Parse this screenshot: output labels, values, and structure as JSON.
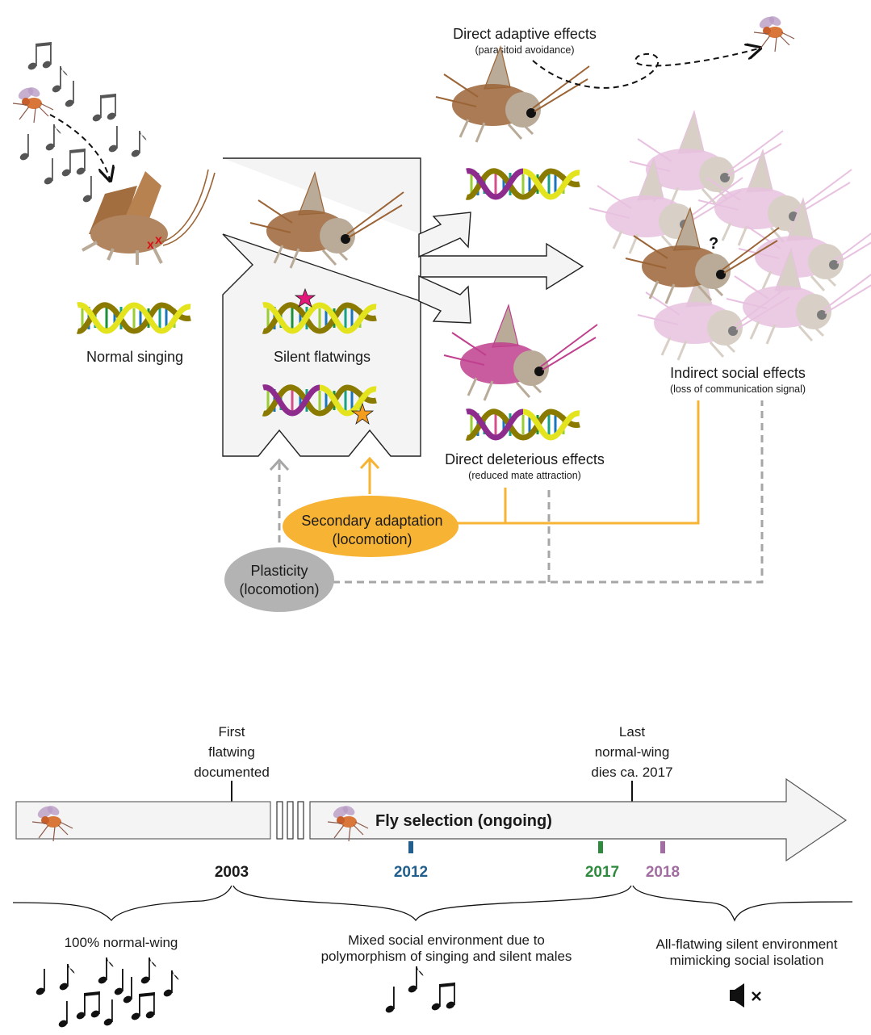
{
  "colors": {
    "orange": "#F7B333",
    "gray_ellipse": "#B3B3B3",
    "gray_dash": "#A6A6A6",
    "box_fill": "#F4F4F4",
    "year_2012": "#225F8D",
    "year_2017": "#2E8B3E",
    "year_2018": "#A26DA0",
    "cricket_brown": "#9B6436",
    "cricket_pink": "#D48FC6",
    "dna_yellow": "#E3E31E",
    "dna_purple": "#8E2C8E"
  },
  "top_diagram": {
    "normal_singing_label": "Normal singing",
    "silent_flatwings_label": "Silent flatwings",
    "direct_adaptive": {
      "title": "Direct adaptive effects",
      "subtitle": "(parasitoid avoidance)"
    },
    "direct_deleterious": {
      "title": "Direct deleterious effects",
      "subtitle": "(reduced mate attraction)"
    },
    "indirect_social": {
      "title": "Indirect social effects",
      "subtitle": "(loss of communication signal)",
      "question_mark": "?"
    },
    "secondary_adaptation": {
      "line1": "Secondary adaptation",
      "line2": "(locomotion)"
    },
    "plasticity": {
      "line1": "Plasticity",
      "line2": "(locomotion)"
    },
    "icons": [
      "parasitoid-fly-icon",
      "music-note-icon",
      "cricket-icon",
      "dna-helix-icon",
      "mutation-star-icon",
      "dashed-flight-path",
      "arrow-icon"
    ]
  },
  "timeline": {
    "first_flatwing": {
      "line1": "First",
      "line2": "flatwing",
      "line3": "documented"
    },
    "last_normal_wing": {
      "line1": "Last",
      "line2": "normal-wing",
      "line3": "dies ca. 2017"
    },
    "fly_selection_label": "Fly selection (ongoing)",
    "years": [
      {
        "label": "2003",
        "color": "#1a1a1a"
      },
      {
        "label": "2012",
        "color": "#225F8D"
      },
      {
        "label": "2017",
        "color": "#2E8B3E"
      },
      {
        "label": "2018",
        "color": "#A26DA0"
      }
    ],
    "periods": [
      {
        "line1": "100% normal-wing",
        "line2": "",
        "icon": "many-music-notes-icon"
      },
      {
        "line1": "Mixed social environment due to",
        "line2": "polymorphism of singing and silent males",
        "icon": "few-music-notes-icon"
      },
      {
        "line1": "All-flatwing silent environment",
        "line2": "mimicking social isolation",
        "icon": "muted-speaker-icon"
      }
    ]
  }
}
